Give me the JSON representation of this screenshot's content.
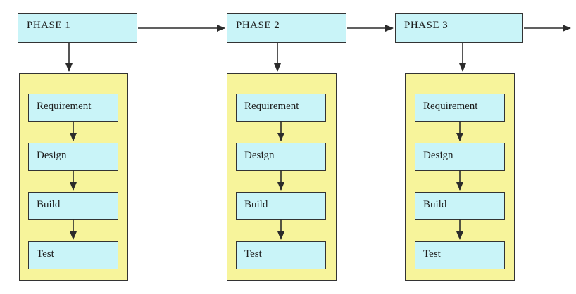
{
  "diagram": {
    "type": "incremental-phased-waterfall-flowchart",
    "phases": [
      {
        "label": "PHASE 1",
        "steps": [
          "Requirement",
          "Design",
          "Build",
          "Test"
        ]
      },
      {
        "label": "PHASE 2",
        "steps": [
          "Requirement",
          "Design",
          "Build",
          "Test"
        ]
      },
      {
        "label": "PHASE 3",
        "steps": [
          "Requirement",
          "Design",
          "Build",
          "Test"
        ]
      }
    ]
  },
  "colors": {
    "phase_fill": "#c9f4f8",
    "step_fill": "#c9f4f8",
    "container_fill": "#f7f49b",
    "border": "#333333",
    "arrow": "#2b2b2b",
    "text": "#1c1c1c",
    "bg": "#ffffff"
  }
}
